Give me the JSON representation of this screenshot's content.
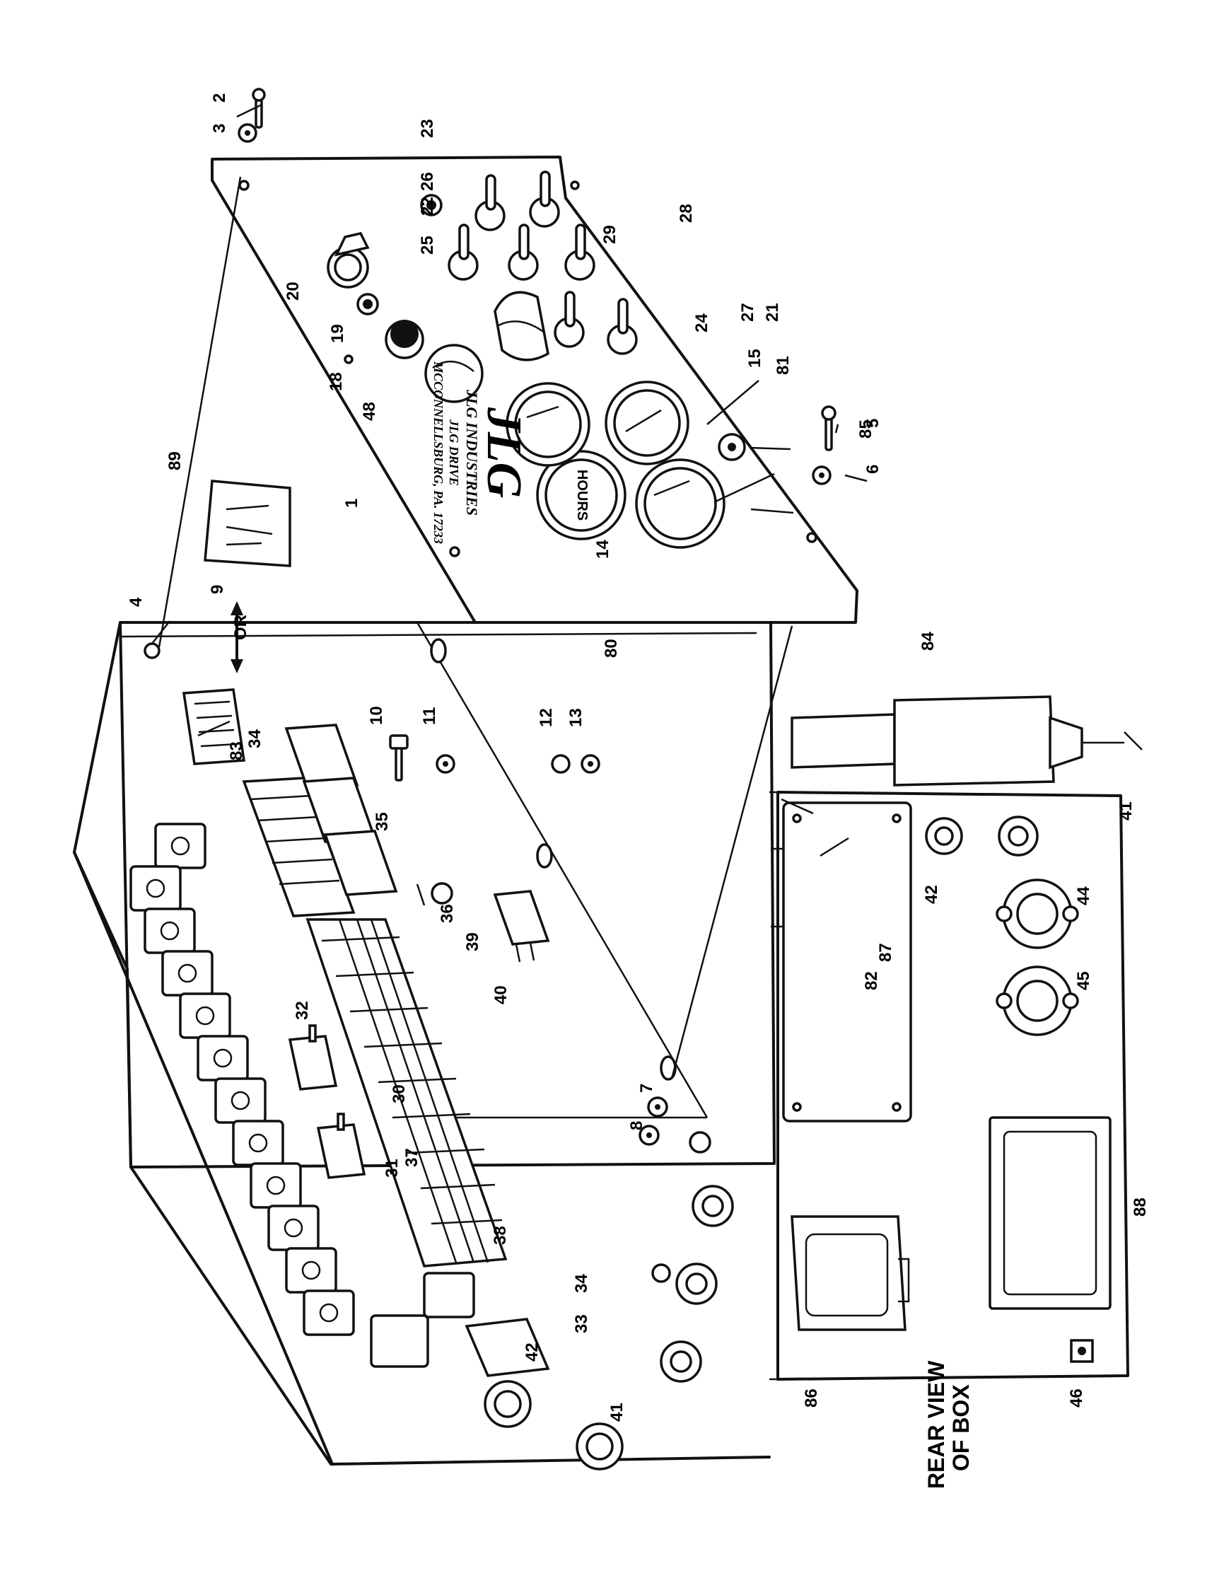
{
  "labels": {
    "rear_view_line1": "REAR VIEW",
    "rear_view_line2": "OF BOX",
    "or": "OR",
    "logo": "JLG",
    "company_line1": "JLG INDUSTRIES",
    "company_line2": "JLG DRIVE",
    "company_line3": "MCCONNELLSBURG, PA. 17233",
    "meter_word": "HOURS"
  },
  "callouts": [
    "1",
    "2",
    "3",
    "4",
    "5",
    "6",
    "7",
    "8",
    "9",
    "10",
    "11",
    "12",
    "13",
    "14",
    "15",
    "18",
    "19",
    "20",
    "21",
    "22",
    "23",
    "24",
    "25",
    "26",
    "27",
    "28",
    "29",
    "30",
    "31",
    "32",
    "33",
    "34",
    "34",
    "35",
    "36",
    "37",
    "38",
    "39",
    "40",
    "41",
    "41",
    "42",
    "42",
    "44",
    "45",
    "46",
    "48",
    "80",
    "81",
    "82",
    "83",
    "84",
    "85",
    "86",
    "87",
    "88",
    "89"
  ],
  "colors": {
    "ink": "#111111",
    "paper": "#ffffff"
  }
}
